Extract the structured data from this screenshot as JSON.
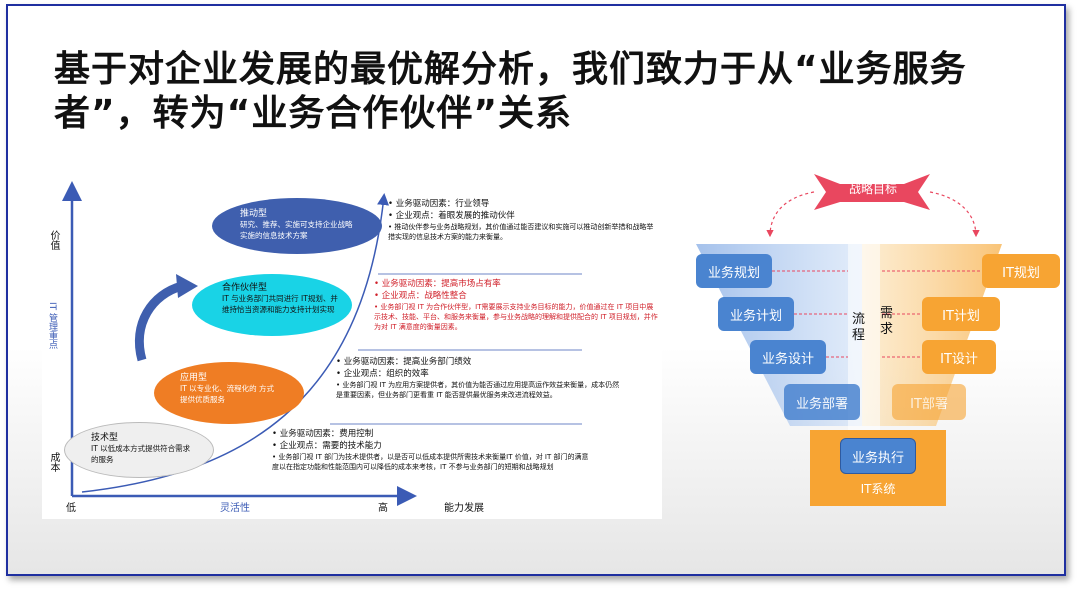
{
  "slide": {
    "title_line1": "基于对企业发展的最优解分析，我们致力于从“业务服务",
    "title_line2": "者”，转为“业务合作伙伴”关系"
  },
  "left_diagram": {
    "y_axis": {
      "top": "价值",
      "mid": "IT 管理重点",
      "bottom": "成本"
    },
    "x_axis": {
      "left": "低",
      "mid": "灵活性",
      "right": "高",
      "end": "能力发展"
    },
    "types": [
      {
        "name": "推动型",
        "desc": "研究、推荐、实施可支持企业战略实施的信息技术方案",
        "color": "#3f5fae"
      },
      {
        "name": "合作伙伴型",
        "desc": "IT 与业务部门共同进行 IT规划、并维持恰当资源和能力支持计划实现",
        "color": "#19d3e6"
      },
      {
        "name": "应用型",
        "desc": "IT 以专业化、流程化的 方式提供优质服务",
        "color": "#ef7d24"
      },
      {
        "name": "技术型",
        "desc": "IT 以低成本方式提供符合需求的服务",
        "color": "#efefef"
      }
    ],
    "notes": [
      {
        "driver": "业务驱动因素：行业领导",
        "view": "企业观点：着眼发展的推动伙伴",
        "detail": "推动伙伴参与业务战略规划，其价值通过能否建议和实施可以推动创新举措和战略举措实现的信息技术方案的能力来衡量。",
        "highlight": false
      },
      {
        "driver": "业务驱动因素：提高市场占有率",
        "view": "企业观点：战略性整合",
        "detail": "业务部门视 IT 为合作伙伴型，IT需要展示支持业务目标的能力，价值通过在 IT 项目中展示技术、技能、平台、和服务来衡量，参与业务战略的理解和提供配合的 IT 项目规划，并作为对 IT 满意度的衡量因素。",
        "highlight": true
      },
      {
        "driver": "业务驱动因素：提高业务部门绩效",
        "view": "企业观点：组织的效率",
        "detail": "业务部门视 IT 为应用方案提供者，其价值为能否通过应用提高运作效益来衡量，成本仍然是重要因素，但业务部门更看重 IT 能否提供最优服务来改进流程效益。",
        "highlight": false
      },
      {
        "driver": "业务驱动因素：费用控制",
        "view": "企业观点：需要的技术能力",
        "detail": "业务部门视 IT 部门为技术提供者，以是否可以低成本提供所需技术来衡量IT 价值，对 IT 部门的满意度以在指定功能和性能范围内可以降低的成本来考核，IT 不参与业务部门的短期和战略规划",
        "highlight": false
      }
    ]
  },
  "right_diagram": {
    "top_label": "战略目标",
    "center_left": "流程",
    "center_right": "需求",
    "business": [
      "业务规划",
      "业务计划",
      "业务设计",
      "业务部署"
    ],
    "it": [
      "IT规划",
      "IT计划",
      "IT设计",
      "IT部署"
    ],
    "execution": "业务执行",
    "it_system": "IT系统",
    "colors": {
      "business": "#4a84d0",
      "it": "#f7a433",
      "banner": "#e9475f"
    }
  }
}
